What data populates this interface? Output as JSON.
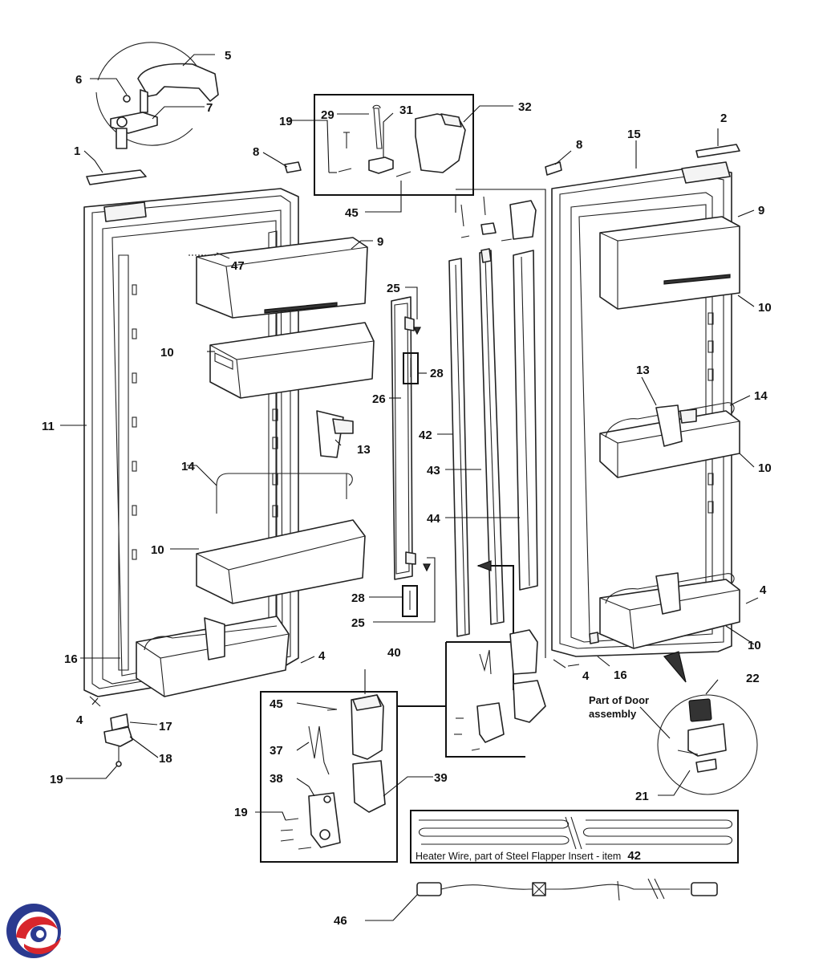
{
  "callouts": {
    "c1": "1",
    "c2": "2",
    "c4a": "4",
    "c4b": "4",
    "c4c": "4",
    "c4d": "4",
    "c5": "5",
    "c6": "6",
    "c7": "7",
    "c8a": "8",
    "c8b": "8",
    "c9a": "9",
    "c9b": "9",
    "c10a": "10",
    "c10b": "10",
    "c10c": "10",
    "c10d": "10",
    "c10e": "10",
    "c11": "11",
    "c13a": "13",
    "c13b": "13",
    "c14a": "14",
    "c14b": "14",
    "c15": "15",
    "c16a": "16",
    "c16b": "16",
    "c17": "17",
    "c18": "18",
    "c19a": "19",
    "c19b": "19",
    "c19c": "19",
    "c21": "21",
    "c22": "22",
    "c25a": "25",
    "c25b": "25",
    "c26": "26",
    "c28a": "28",
    "c28b": "28",
    "c29": "29",
    "c31": "31",
    "c32": "32",
    "c37": "37",
    "c38": "38",
    "c39": "39",
    "c40": "40",
    "c42": "42",
    "c43": "43",
    "c44": "44",
    "c45a": "45",
    "c45b": "45",
    "c46": "46",
    "c47": "47"
  },
  "notes": {
    "door_assembly_line1": "Part of Door",
    "door_assembly_line2": "assembly",
    "heater_text": "Heater Wire, part of Steel Flapper Insert - item",
    "heater_item": "42"
  },
  "colors": {
    "logo_blue": "#2b3a8f",
    "logo_red": "#d8262c"
  },
  "icons": {
    "logo": "swirl-logo-icon"
  }
}
